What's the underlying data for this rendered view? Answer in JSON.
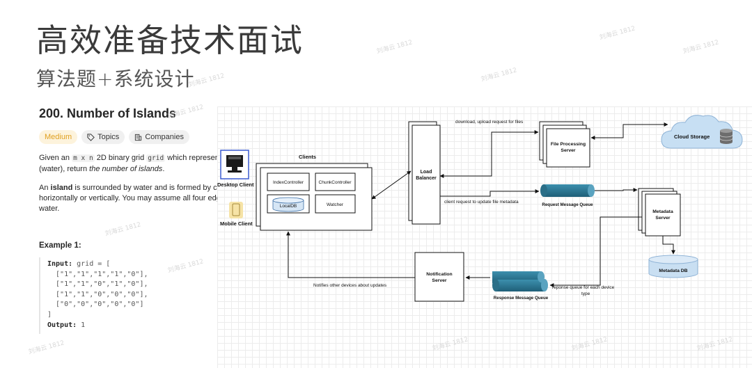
{
  "slide": {
    "title": "高效准备技术面试",
    "subtitle": "算法题+系统设计"
  },
  "problem": {
    "title": "200. Number of Islands",
    "tags": [
      "Medium",
      "Topics",
      "Companies"
    ],
    "para1_line1": [
      "Given an ",
      "m x n",
      " 2D binary grid ",
      "grid",
      " which represents"
    ],
    "para1_line2": [
      "(water), return ",
      "the number of islands",
      "."
    ],
    "para2_line1": [
      "An ",
      "island",
      " is surrounded by water and is formed by co"
    ],
    "para2_line2": "horizontally or vertically. You may assume all four edge",
    "para2_line3": "water.",
    "example_title": "Example 1:",
    "code": {
      "input_label": "Input:",
      "input_start": " grid = [",
      "rows": [
        "  [\"1\",\"1\",\"1\",\"1\",\"0\"],",
        "  [\"1\",\"1\",\"0\",\"1\",\"0\"],",
        "  [\"1\",\"1\",\"0\",\"0\",\"0\"],",
        "  [\"0\",\"0\",\"0\",\"0\",\"0\"]"
      ],
      "close": "]",
      "output_label": "Output:",
      "output_value": " 1"
    }
  },
  "diagram": {
    "desktop_client": "Desktop Client",
    "mobile_client": "Mobile Client",
    "clients_label": "Clients",
    "index_controller": "IndexController",
    "chunk_controller": "ChunkController",
    "local_db": "LocalDB",
    "watcher": "Watcher",
    "load_balancer": [
      "Load",
      "Balancer"
    ],
    "file_processing": [
      "File Processing",
      "Server"
    ],
    "cloud_storage": "Cloud Storage",
    "request_queue": "Request Message Queue",
    "metadata_server": [
      "Metadata",
      "Server"
    ],
    "metadata_db": "Metadata DB",
    "notification_server": [
      "Notification",
      "Server"
    ],
    "response_queue": "Response Message Queue",
    "edge_download": "download, upload request for files",
    "edge_client_request": "client request to update file metadata",
    "edge_notifies": "Notifies other devices about updates",
    "edge_response": [
      "reponse queue for each device",
      "type"
    ]
  },
  "watermark": "刘海云 1812",
  "colors": {
    "medium_tag": "#e0a020",
    "queue_teal": "#2f7d98",
    "cloud_blue": "#c7dff3",
    "db_blue": "#c9dff2"
  }
}
